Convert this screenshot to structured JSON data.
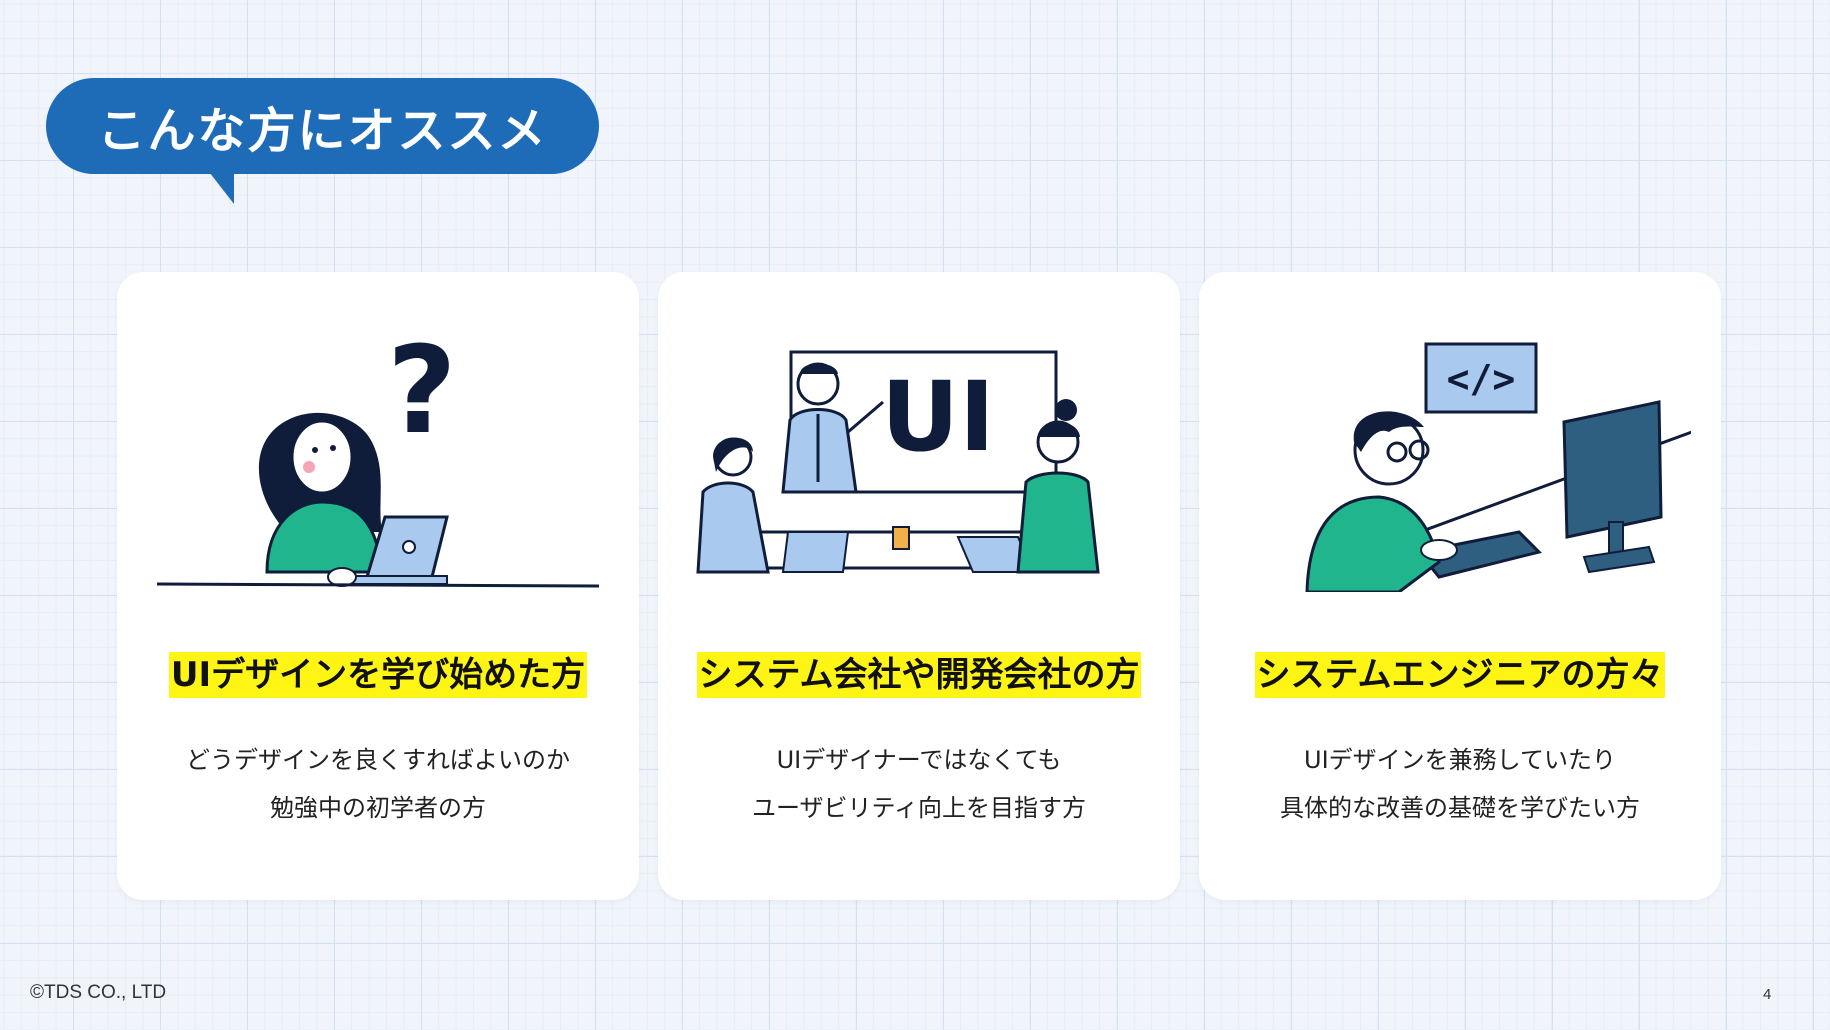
{
  "title": "こんな方にオススメ",
  "cards": [
    {
      "heading": "UIデザインを学び始めた方",
      "lines": [
        "どうデザインを良くすればよいのか",
        "勉強中の初学者の方"
      ]
    },
    {
      "heading": "システム会社や開発会社の方",
      "lines": [
        "UIデザイナーではなくても",
        "ユーザビリティ向上を目指す方"
      ],
      "board_text": "UI"
    },
    {
      "heading": "システムエンジニアの方々",
      "lines": [
        "UIデザインを兼務していたり",
        "具体的な改善の基礎を学びたい方"
      ],
      "code_tag": "</>"
    }
  ],
  "footer": {
    "copyright": "©TDS CO., LTD",
    "page": "4"
  },
  "colors": {
    "bubble": "#1e6bb8",
    "highlight": "#fff514",
    "accent_green": "#20b58c",
    "accent_blue": "#a9c9ee"
  }
}
